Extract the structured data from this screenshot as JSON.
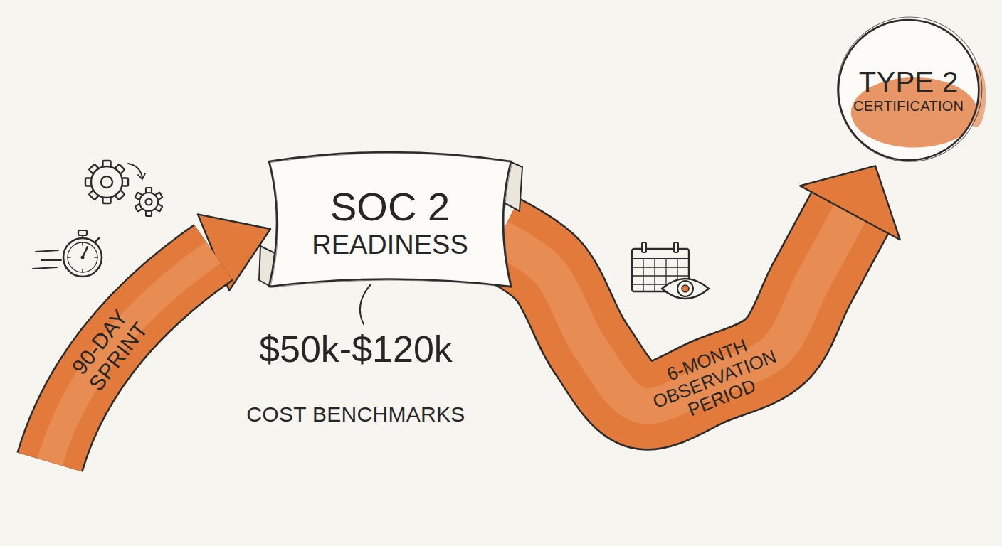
{
  "diagram": {
    "nodes": [
      {
        "text": [
          "90-DAY SPRINT"
        ]
      },
      {
        "text": [
          "SOC 2 READINESS"
        ]
      },
      {
        "text": [
          "TYPE 2 CERTIFICATION"
        ]
      }
    ],
    "edges": [
      {
        "from": 0,
        "to": 1,
        "arrow": "to"
      },
      {
        "from": 1,
        "to": 2,
        "label": "6-MONTH OBSERVATION PERIOD",
        "arrow": "to"
      }
    ],
    "labels": [
      "$50k-$120k",
      "COST BENCHMARKS"
    ]
  }
}
